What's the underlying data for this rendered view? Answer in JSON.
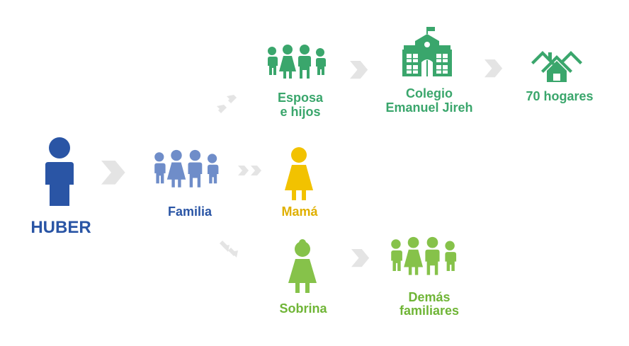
{
  "colors": {
    "blue": "#2a55a5",
    "family_blue": "#6f8dc9",
    "green_dark": "#3aa66c",
    "green_light": "#86c24a",
    "yellow": "#f2c200",
    "arrow_gray": "#e4e4e4"
  },
  "nodes": {
    "huber": {
      "label": "HUBER",
      "icon": "person-icon"
    },
    "familia": {
      "label": "Familia",
      "icon": "family-icon"
    },
    "esposa": {
      "label_line1": "Esposa",
      "label_line2": "e hijos",
      "icon": "family-icon"
    },
    "colegio": {
      "label_line1": "Colegio",
      "label_line2": "Emanuel Jireh",
      "icon": "school-icon"
    },
    "hogares": {
      "label": "70 hogares",
      "icon": "houses-icon"
    },
    "mama": {
      "label": "Mamá",
      "icon": "woman-icon"
    },
    "sobrina": {
      "label": "Sobrina",
      "icon": "girl-icon"
    },
    "demas": {
      "label_line1": "Demás",
      "label_line2": "familiares",
      "icon": "family-icon"
    }
  }
}
